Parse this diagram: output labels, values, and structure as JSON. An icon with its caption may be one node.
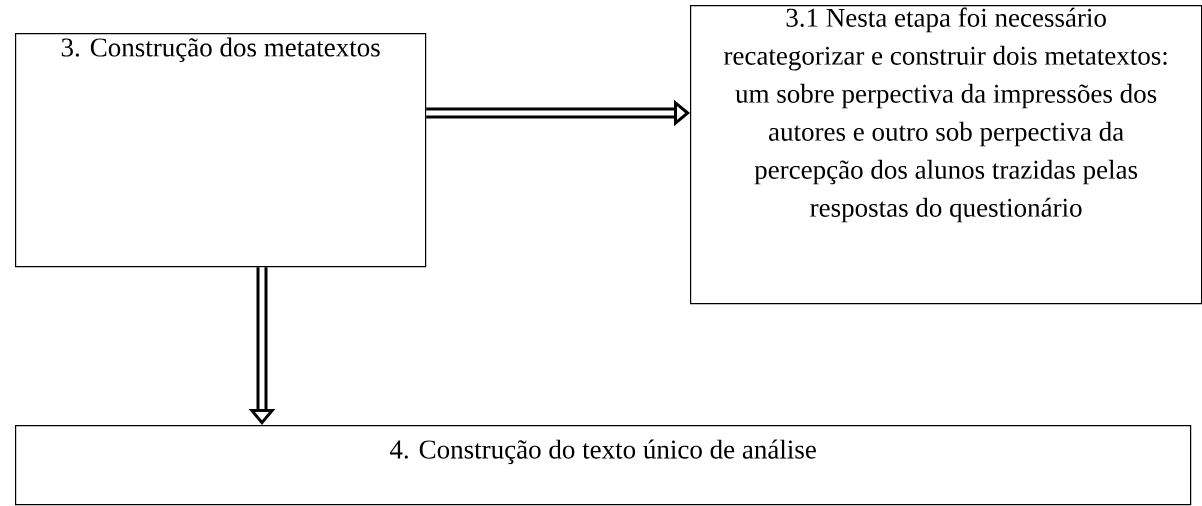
{
  "diagram": {
    "nodes": [
      {
        "text": [
          "3. Construção dos metatextos"
        ]
      },
      {
        "text": [
          "3.1 Nesta etapa foi necessário recategorizar e construir dois metatextos: um sobre perpectiva da impressões dos autores e outro sob perpectiva da percepção dos alunos trazidas pelas respostas do questionário"
        ]
      },
      {
        "text": [
          "4. Construção do texto único de análise"
        ]
      }
    ],
    "edges": [
      {
        "from": 0,
        "to": 1,
        "arrow": "to"
      },
      {
        "from": 0,
        "to": 2,
        "arrow": "to"
      }
    ]
  }
}
